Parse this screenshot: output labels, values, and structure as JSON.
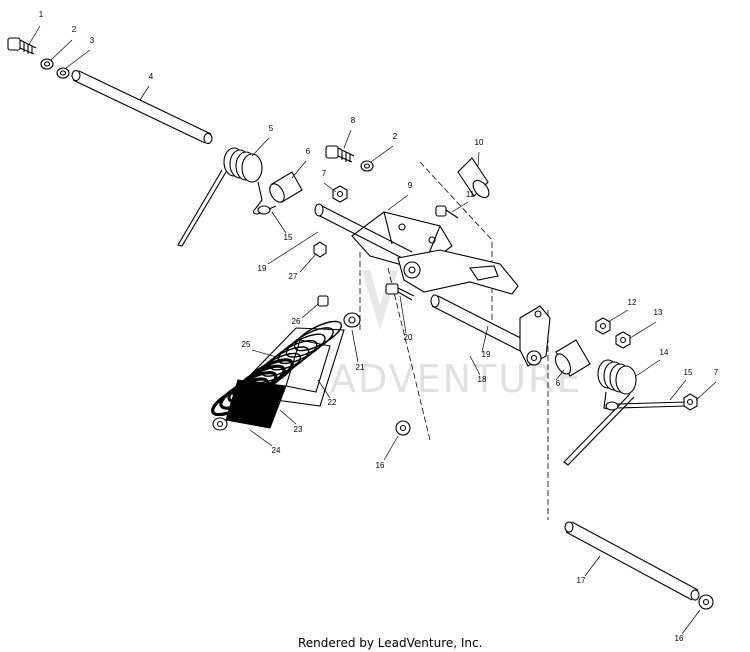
{
  "diagram": {
    "callouts": [
      "1",
      "2",
      "3",
      "4",
      "5",
      "8",
      "2",
      "6",
      "7",
      "10",
      "9",
      "11",
      "15",
      "19",
      "27",
      "26",
      "20",
      "25",
      "21",
      "22",
      "23",
      "24",
      "12",
      "13",
      "14",
      "15",
      "7",
      "19",
      "18",
      "6",
      "16",
      "17",
      "16"
    ],
    "watermark": "ADVENTURE",
    "footer": "Rendered by LeadVenture, Inc."
  }
}
